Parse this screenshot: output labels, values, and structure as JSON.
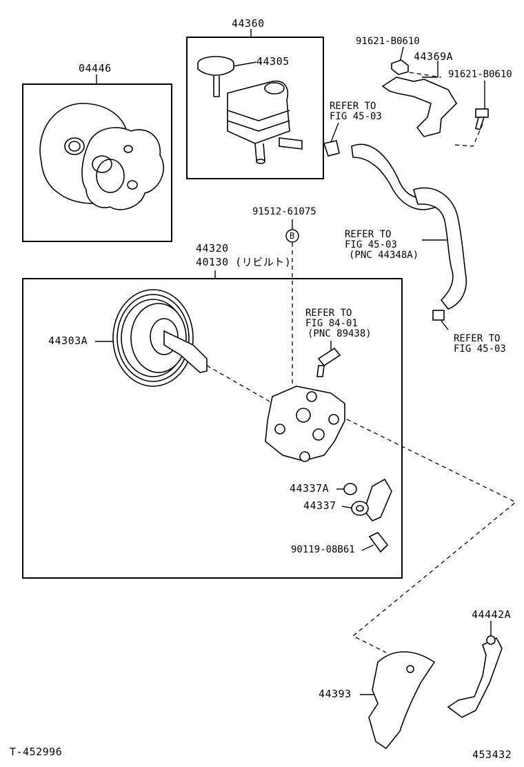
{
  "labels": {
    "kit": "04446",
    "reservoir": "44360",
    "cap": "44305",
    "bolt1": "91621-B0610",
    "bracket": "44369A",
    "bolt2": "91621-B0610",
    "refer1_line1": "REFER TO",
    "refer1_line2": "FIG 45-03",
    "bolt_b": "91512-61075",
    "b_marker": "B",
    "refer2_line1": "REFER TO",
    "refer2_line2": "FIG 45-03",
    "refer2_line3": "(PNC 44348A)",
    "pump_assy": "44320",
    "pump_rebuilt": "40130 (リビルト)",
    "refer3_line1": "REFER TO",
    "refer3_line2": "FIG 84-01",
    "refer3_line3": "(PNC 89438)",
    "refer4_line1": "REFER TO",
    "refer4_line2": "FIG 45-03",
    "pulley": "44303A",
    "oring": "44337A",
    "union": "44337",
    "union_bolt": "90119-08B61",
    "bracket2": "44442A",
    "cover": "44393",
    "ref_left": "T-452996",
    "ref_right": "453432"
  }
}
